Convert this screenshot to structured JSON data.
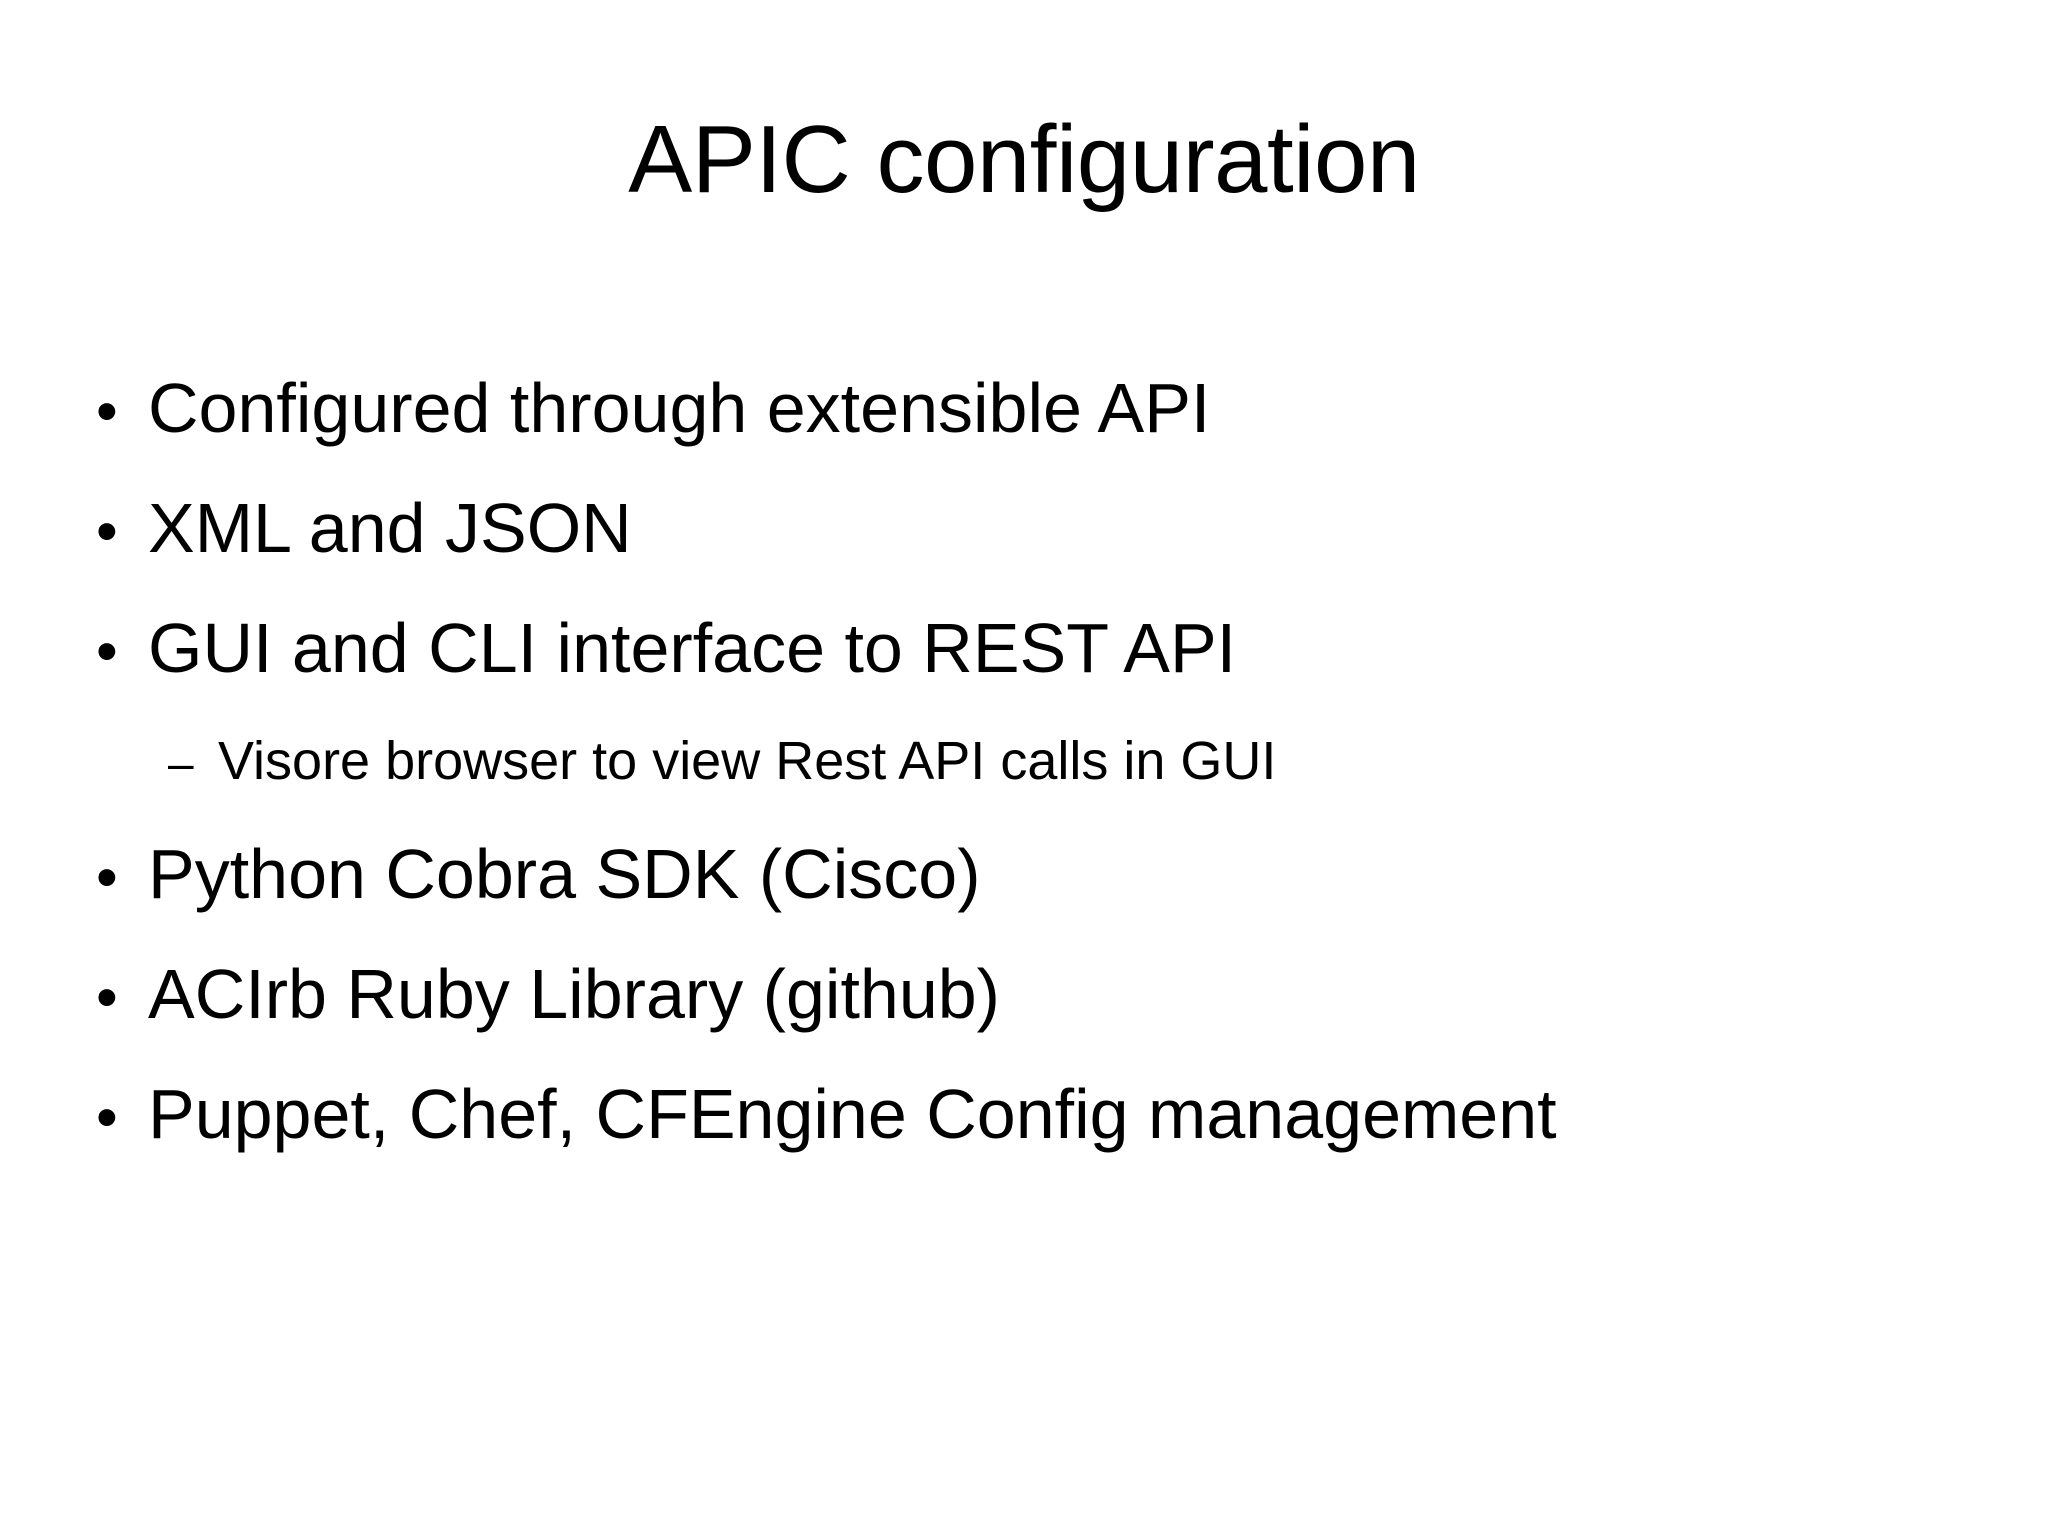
{
  "slide": {
    "title": "APIC configuration",
    "background_color": "#ffffff",
    "text_color": "#000000",
    "bullet_marker": "•",
    "sub_bullet_marker": "–",
    "items": [
      {
        "level": 1,
        "marker": "•",
        "text": "Configured through extensible API"
      },
      {
        "level": 1,
        "marker": "•",
        "text": "XML and JSON"
      },
      {
        "level": 1,
        "marker": "•",
        "text": "GUI and CLI interface to REST API"
      },
      {
        "level": 2,
        "marker": "–",
        "text": "Visore browser to view Rest API calls in GUI"
      },
      {
        "level": 1,
        "marker": "•",
        "text": "Python Cobra SDK (Cisco)"
      },
      {
        "level": 1,
        "marker": "•",
        "text": "ACIrb Ruby Library (github)"
      },
      {
        "level": 1,
        "marker": "•",
        "text": "Puppet, Chef, CFEngine Config management"
      }
    ]
  }
}
